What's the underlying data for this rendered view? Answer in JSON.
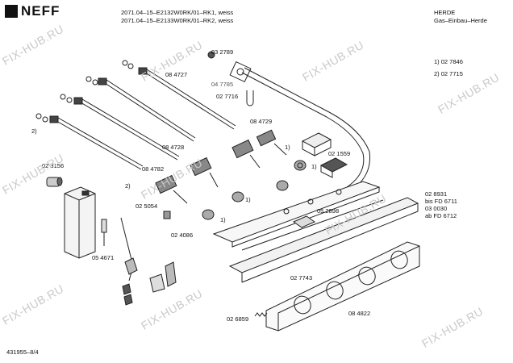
{
  "header": {
    "brand": "NEFF",
    "line1": "2071.04–15–E2132W0RK/01–RK1,  weiss",
    "line2": "2071.04–15–E2133W0RK/01–RK2,  weiss",
    "category": "HERDE",
    "subcategory": "Gas–Einbau–Herde"
  },
  "legend": {
    "item1": "1)  02 7846",
    "item2": "2)  02 7715"
  },
  "parts": {
    "p032789": "03 2789",
    "p047785": "04 7785",
    "p084727": "08 4727",
    "p027716": "02 7716",
    "p084729": "08 4729",
    "p084728": "08 4728",
    "p084782": "08 4782",
    "p023156": "02 3156",
    "p025054": "02 5054",
    "p024086": "02 4086",
    "p021559": "02 1559",
    "p052898": "05 2898",
    "p054671": "05 4671",
    "p027743": "02 7743",
    "p026859": "02 6859",
    "p084822": "08 4822",
    "note_a": "02 8931",
    "note_b": "bis FD 6711",
    "note_c": "03 0030",
    "note_d": "ab FD 6712",
    "ref1a": "1)",
    "ref1b": "1)",
    "ref1c": "1)",
    "ref1d": "1)",
    "ref2a": "2)",
    "ref2b": "2)"
  },
  "footer": {
    "doc_id": "431955–8/4"
  },
  "watermark": "FIX-HUB.RU"
}
